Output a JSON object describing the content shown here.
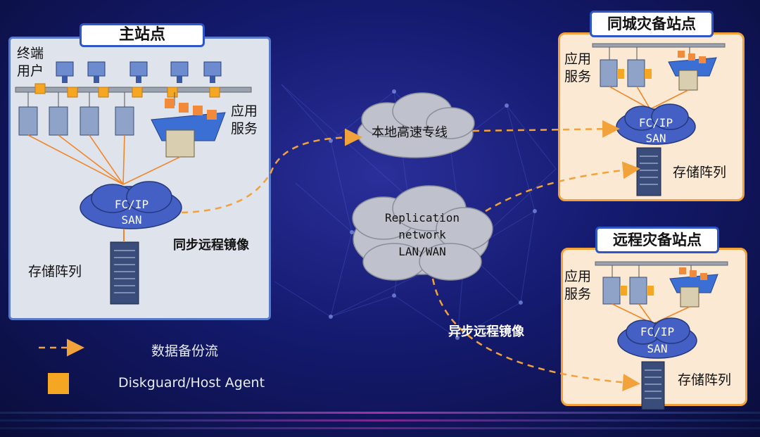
{
  "main_site": {
    "title": "主站点",
    "terminal_users_line1": "终端",
    "terminal_users_line2": "用户",
    "app_service_line1": "应用",
    "app_service_line2": "服务",
    "san_line1": "FC/IP",
    "san_line2": "SAN",
    "storage_label": "存储阵列"
  },
  "local_dr_site": {
    "title": "同城灾备站点",
    "app_service_line1": "应用",
    "app_service_line2": "服务",
    "san_line1": "FC/IP",
    "san_line2": "SAN",
    "storage_label": "存储阵列"
  },
  "remote_dr_site": {
    "title": "远程灾备站点",
    "app_service_line1": "应用",
    "app_service_line2": "服务",
    "san_line1": "FC/IP",
    "san_line2": "SAN",
    "storage_label": "存储阵列"
  },
  "clouds": {
    "local_line": "本地高速专线",
    "replication_line1": "Replication",
    "replication_line2": "network",
    "replication_line3": "LAN/WAN"
  },
  "flows": {
    "sync_mirror": "同步远程镜像",
    "async_mirror": "异步远程镜像"
  },
  "legend": {
    "data_flow": "数据备份流",
    "agent": "Diskguard/Host Agent"
  },
  "colors": {
    "flow_arrow": "#f2a23a",
    "agent_square": "#f5a623",
    "main_border": "#5b79c9",
    "dr_border": "#f2a23a",
    "title_border": "#2f56c6"
  }
}
